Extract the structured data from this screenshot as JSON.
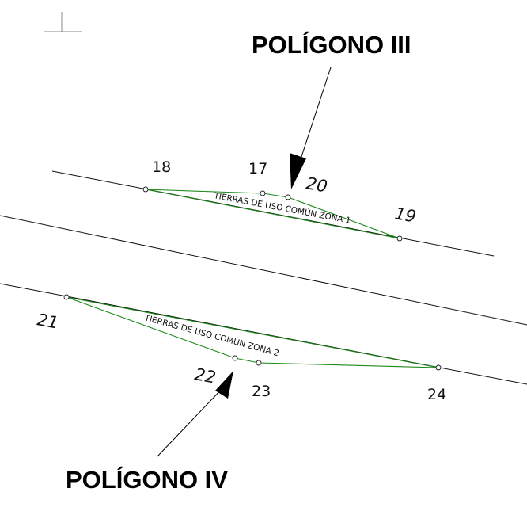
{
  "titles": {
    "polygon_3": "POLÍGONO III",
    "polygon_4": "POLÍGONO IV"
  },
  "zones": {
    "zone_1": "TIERRAS DE USO COMÚN ZONA 1",
    "zone_2": "TIERRAS DE USO COMÚN ZONA 2"
  },
  "points": {
    "p17": "17",
    "p18": "18",
    "p19": "19",
    "p20": "20",
    "p21": "21",
    "p22": "22",
    "p23": "23",
    "p24": "24"
  },
  "colors": {
    "polygon_line": "#1a8a1a",
    "road_line": "#111111"
  }
}
